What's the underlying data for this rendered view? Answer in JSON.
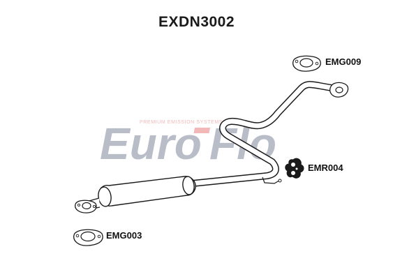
{
  "title": "EXDN3002",
  "watermark": {
    "brand_part1": "Euro",
    "brand_part2": "Flo",
    "tagline": "PREMIUM EMISSION SYSTEMS",
    "gray_color": "#b9bdc8",
    "red_color": "#f2b8b8"
  },
  "parts": [
    {
      "code": "EMG009"
    },
    {
      "code": "EMR004"
    },
    {
      "code": "EMG003"
    }
  ],
  "colors": {
    "outline": "#1a1a1a",
    "fill": "#ffffff"
  }
}
